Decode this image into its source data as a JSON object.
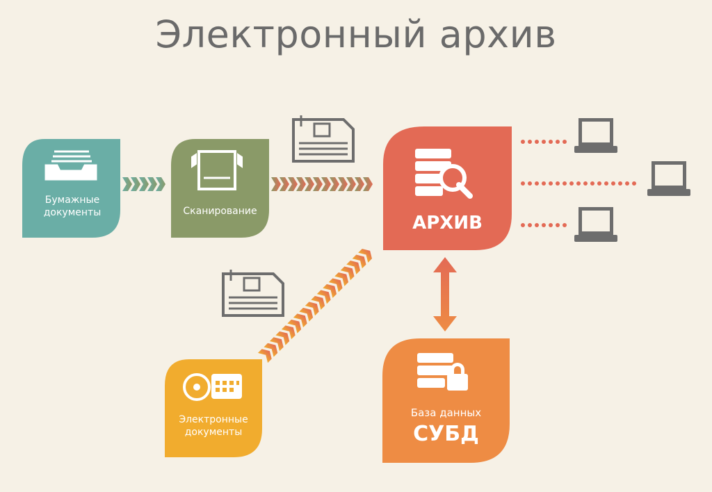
{
  "title": "Электронный архив",
  "nodes": {
    "paper": {
      "line1": "Бумажные",
      "line2": "документы",
      "icon": "document-tray-icon",
      "color": "#6aaea6"
    },
    "scan": {
      "label": "Сканирование",
      "icon": "scanner-icon",
      "color": "#8a9a68"
    },
    "archive": {
      "label": "АРХИВ",
      "icon": "server-search-icon",
      "color": "#e36a55"
    },
    "db": {
      "line1": "База данных",
      "line2": "СУБД",
      "icon": "server-lock-icon",
      "color": "#ee8c44"
    },
    "edocs": {
      "line1": "Электронные",
      "line2": "документы",
      "icon": "disc-calendar-icon",
      "color": "#f1ac2e"
    }
  },
  "colors": {
    "background": "#f6f1e6",
    "icon_gray": "#6d6d6d",
    "dots": "#e36a55"
  }
}
